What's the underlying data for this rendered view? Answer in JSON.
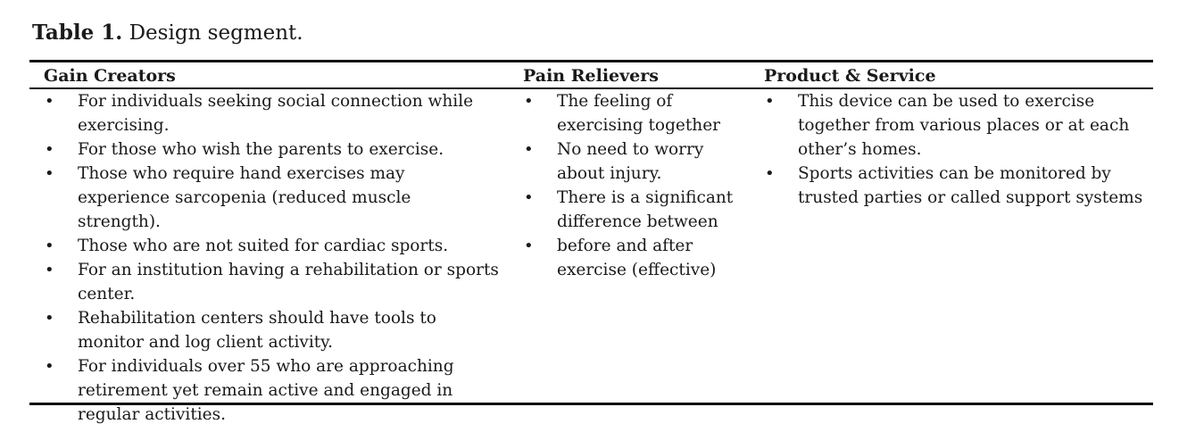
{
  "caption": {
    "label": "Table 1.",
    "text": " Design segment."
  },
  "headers": [
    "Gain Creators",
    "Pain Relievers",
    "Product & Service"
  ],
  "columns": [
    [
      "For individuals seeking social connection while exercising.",
      "For those who wish the parents to exercise.",
      "Those who require hand exercises may experience sarcopenia (reduced muscle strength).",
      "Those who are not suited for cardiac sports.",
      "For an institution having a rehabilitation or sports center.",
      "Rehabilitation centers should have tools to monitor and log client activity.",
      "For individuals over 55 who are approaching retirement yet remain active and engaged in regular activities."
    ],
    [
      "The feeling of exercising together",
      "No need to worry about injury.",
      "There is a significant difference between",
      "before and after exercise (effective)"
    ],
    [
      "This device can be used to exercise together from various places or at each other’s homes.",
      "Sports activities can be monitored by trusted parties or called support systems"
    ]
  ],
  "bullet_glyph": "•"
}
